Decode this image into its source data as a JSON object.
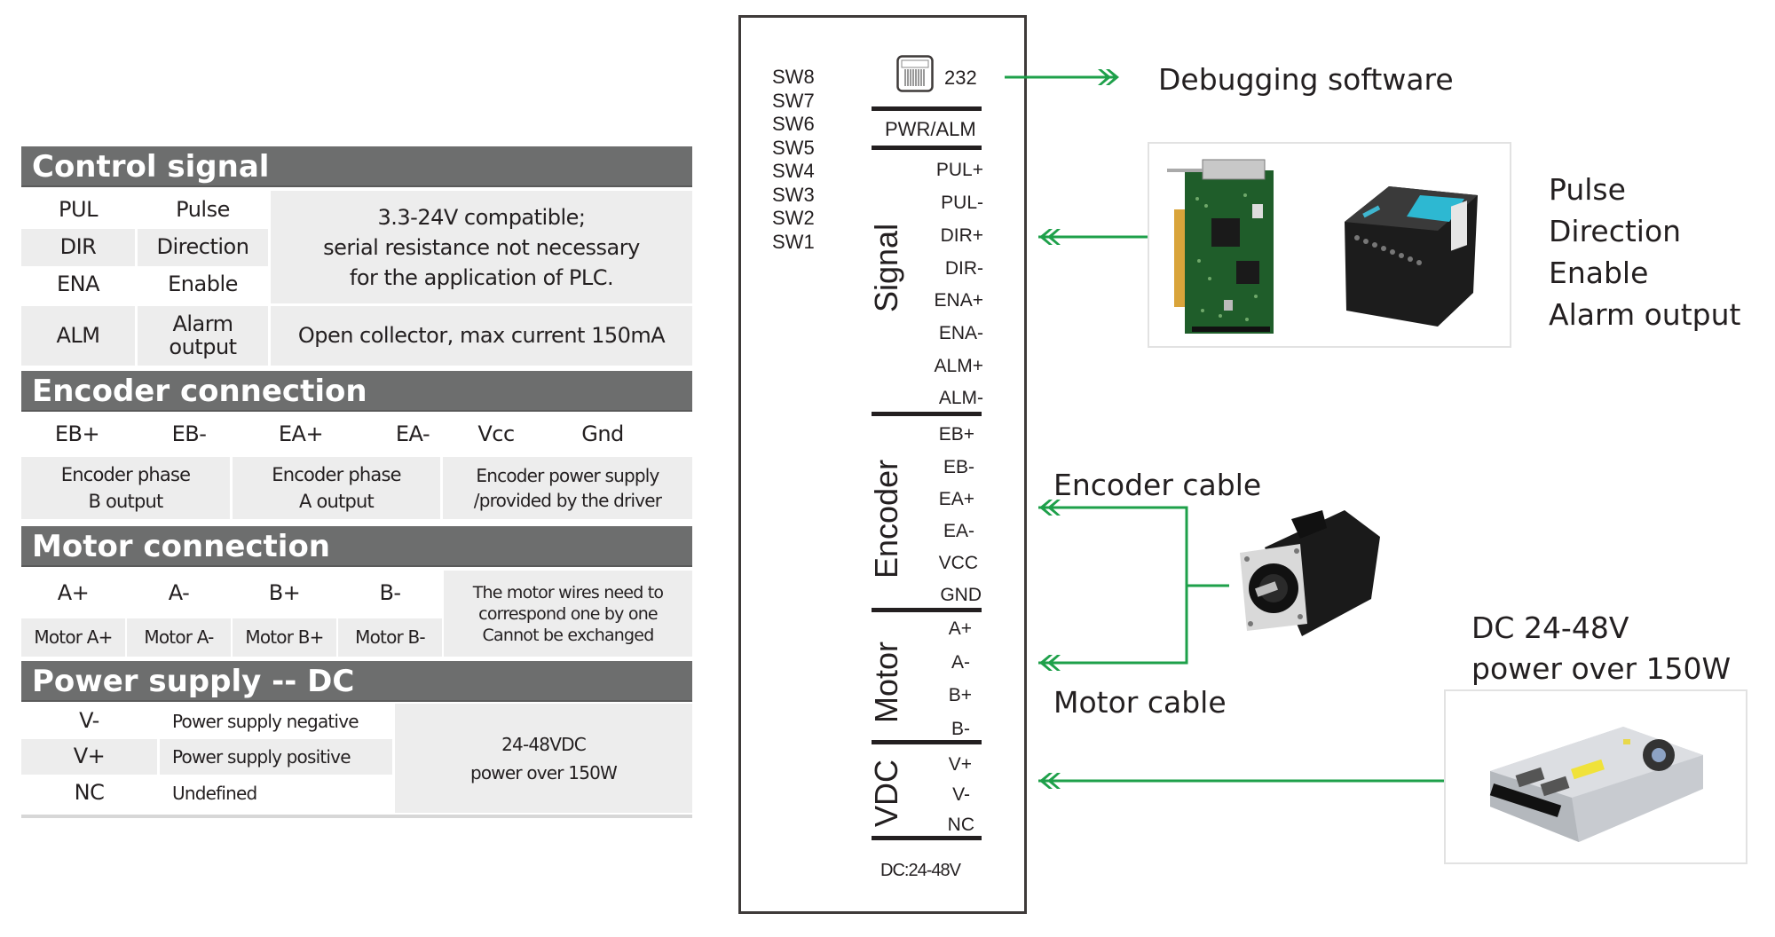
{
  "left_table": {
    "control": {
      "title": "Control signal",
      "rows": [
        {
          "pin": "PUL",
          "name": "Pulse"
        },
        {
          "pin": "DIR",
          "name": "Direction"
        },
        {
          "pin": "ENA",
          "name": "Enable"
        },
        {
          "pin": "ALM",
          "name": "Alarm output"
        }
      ],
      "note_lines": [
        "3.3-24V compatible;",
        "serial resistance not necessary",
        "for the application of PLC."
      ],
      "alm_note": "Open collector, max current 150mA"
    },
    "encoder": {
      "title": "Encoder connection",
      "pins": [
        "EB+",
        "EB-",
        "EA+",
        "EA-",
        "Vcc",
        "Gnd"
      ],
      "descs": [
        [
          "Encoder phase",
          "B output"
        ],
        [
          "Encoder phase",
          "A output"
        ],
        [
          "Encoder power supply",
          "/provided by the driver"
        ]
      ]
    },
    "motor": {
      "title": "Motor connection",
      "pins": [
        "A+",
        "A-",
        "B+",
        "B-"
      ],
      "names": [
        "Motor A+",
        "Motor A-",
        "Motor B+",
        "Motor B-"
      ],
      "note_lines": [
        "The motor wires need to",
        "correspond one by one",
        "Cannot be exchanged"
      ]
    },
    "power": {
      "title": "Power supply -- DC",
      "rows": [
        {
          "pin": "V-",
          "name": "Power supply negative"
        },
        {
          "pin": "V+",
          "name": "Power supply positive"
        },
        {
          "pin": "NC",
          "name": "Undefined"
        }
      ],
      "note_lines": [
        "24-48VDC",
        "power over 150W"
      ]
    }
  },
  "driver": {
    "switches": [
      "SW8",
      "SW7",
      "SW6",
      "SW5",
      "SW4",
      "SW3",
      "SW2",
      "SW1"
    ],
    "port_label": "232",
    "pwr_alm": "PWR/ALM",
    "groups": [
      {
        "label": "Signal",
        "pins": [
          "PUL+",
          "PUL-",
          "DIR+",
          "DIR-",
          "ENA+",
          "ENA-",
          "ALM+",
          "ALM-"
        ]
      },
      {
        "label": "Encoder",
        "pins": [
          "EB+",
          "EB-",
          "EA+",
          "EA-",
          "VCC",
          "GND"
        ]
      },
      {
        "label": "Motor",
        "pins": [
          "A+",
          "A-",
          "B+",
          "B-"
        ]
      },
      {
        "label": "VDC",
        "pins": [
          "V+",
          "V-",
          "NC"
        ]
      }
    ],
    "footer": "DC:24-48V"
  },
  "right": {
    "debug_label": "Debugging software",
    "controller_lines": [
      "Pulse",
      "Direction",
      "Enable",
      "Alarm output"
    ],
    "encoder_cable": "Encoder cable",
    "motor_cable": "Motor cable",
    "psu_lines": [
      "DC 24-48V",
      "power over 150W"
    ]
  },
  "colors": {
    "arrow": "#1ea04a",
    "header_bg": "#6d6e6e",
    "cell_bg": "#ededed"
  }
}
